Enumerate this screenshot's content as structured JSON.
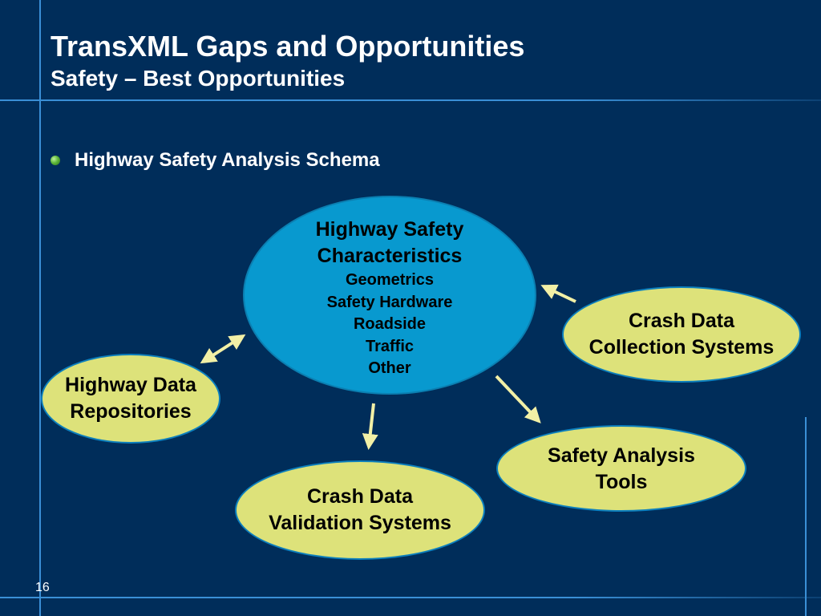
{
  "slide": {
    "title": "TransXML Gaps and Opportunities",
    "subtitle": "Safety – Best Opportunities",
    "bullet": "Highway Safety Analysis Schema",
    "page_number": "16"
  },
  "diagram": {
    "center": {
      "title_line1": "Highway Safety",
      "title_line2": "Characteristics",
      "items": [
        "Geometrics",
        "Safety Hardware",
        "Roadside",
        "Traffic",
        "Other"
      ]
    },
    "nodes": {
      "repositories": {
        "line1": "Highway Data",
        "line2": "Repositories"
      },
      "collection": {
        "line1": "Crash Data",
        "line2": "Collection Systems"
      },
      "validation": {
        "line1": "Crash Data",
        "line2": "Validation Systems"
      },
      "tools": {
        "line1": "Safety Analysis",
        "line2": "Tools"
      }
    }
  },
  "colors": {
    "background": "#002d5a",
    "center_fill": "#0899cf",
    "node_fill": "#dde27a",
    "arrow": "#f2f0a6",
    "rule_lines": "#3a8fd6"
  }
}
